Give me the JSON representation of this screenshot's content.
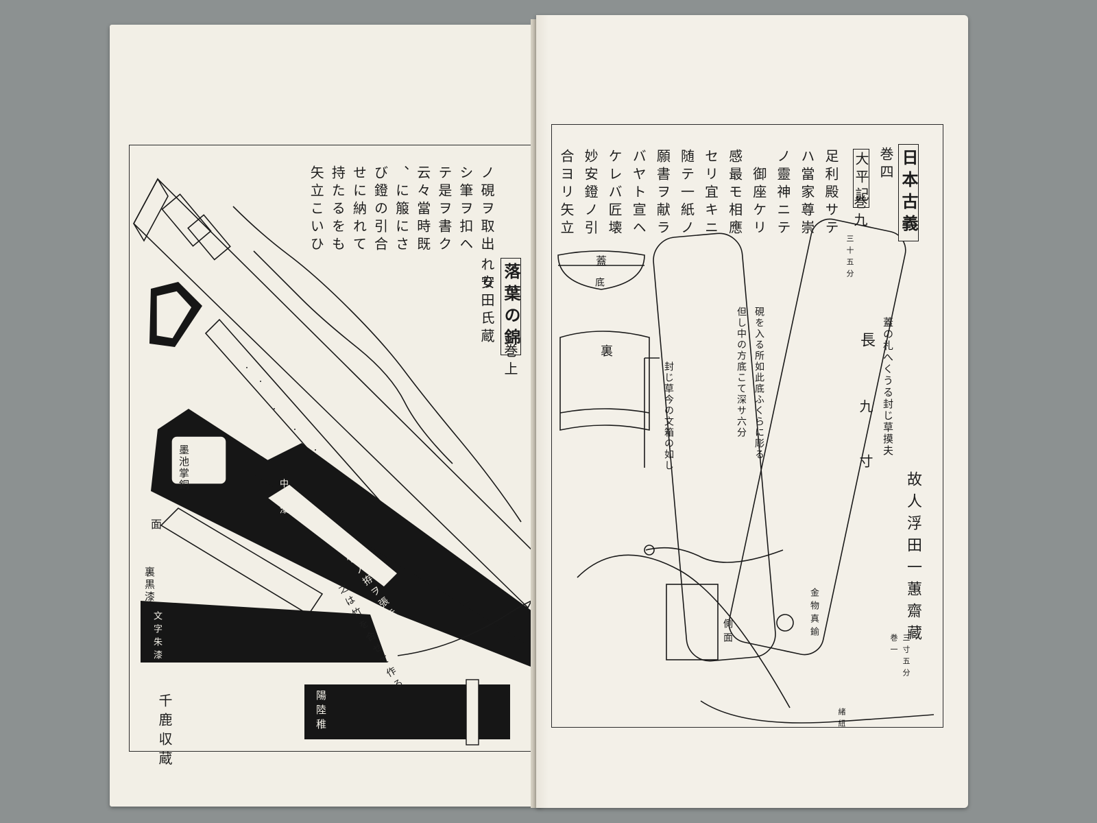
{
  "left_page": {
    "title": "落葉の錦",
    "volume": "巻上",
    "collection": "安田氏蔵",
    "text_columns": [
      "ノ硯ヲ取出",
      "シ筆ヲ扣ヘ",
      "テ是ヲ書ク",
      "云々當時既",
      "に箙にさ、",
      "び鐙の引合",
      "せに納れて",
      "持たるをも",
      "矢立こいひ",
      "れり"
    ],
    "stamp_collector": "千鹿収蔵",
    "labels": {
      "box_seal": "墨池掌銅",
      "front_lacquer": "裏黒漆",
      "side": "面",
      "black_plate_text": "文字朱漆",
      "black_plate_top": "陽陸稚",
      "red_inscription": "中里漆",
      "brush_note": "漆竹ノ拵ヲ張テ筆ヲ納ル",
      "brush_note2": "之は竹を合せて作る"
    }
  },
  "right_page": {
    "title": "日本古義",
    "volume": "巻四",
    "source_title": "大平記",
    "source_volume": "巻九",
    "text_columns": [
      "足利殿サテ",
      "ハ當家尊崇",
      "ノ靈神ニテ",
      "御座ケリ",
      "感最モ相應",
      "セリ宜キニ",
      "随テ一紙ノ",
      "願書ヲ献ラ",
      "バヤト宣ヘ",
      "ケレバ匠壊",
      "妙安鐙ノ引",
      "合ヨリ矢立"
    ],
    "owner_label": "故人浮田一蕙齋藏",
    "labels": {
      "lid": "蓋",
      "bottom": "底",
      "back": "裏",
      "side_face": "側面",
      "length": "長",
      "length_value": "九",
      "unit": "寸",
      "upper_note": "蓋の札へくうる封じ草摸夫",
      "middle_note1": "硯を入る所如此底ふくらに彫る",
      "middle_note2": "但し中の方底こて深サ六分",
      "seal_note": "封じ草今の文箱の如し",
      "metal_note": "金物真鍮",
      "bottom_note": "三寸五分",
      "small_left": "三十五分",
      "small_mark": "巻一",
      "tiny_label": "緒紐"
    }
  }
}
